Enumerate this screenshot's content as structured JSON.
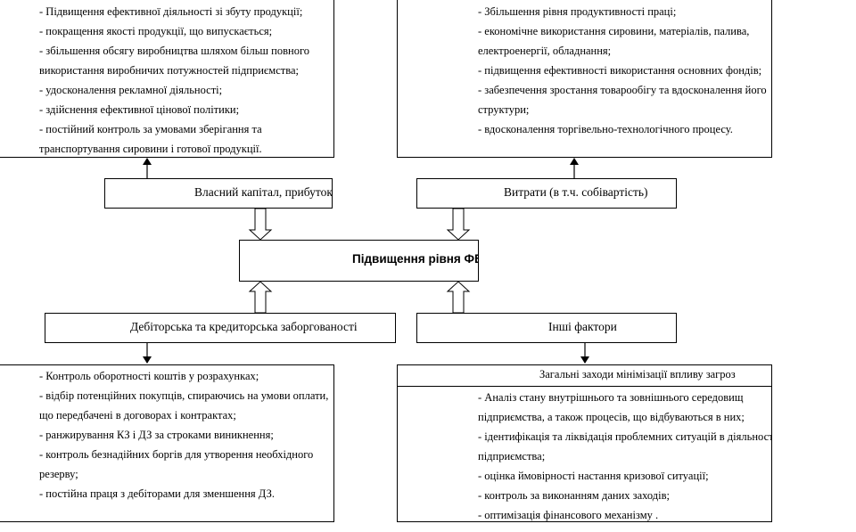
{
  "top_left": {
    "lines": [
      "- Підвищення ефективної діяльності зі збуту продукції;",
      "- покращення якості продукції, що випускається;",
      "- збільшення обсягу виробництва шляхом більш повного",
      "використання виробничих потужностей підприємства;",
      "- удосконалення рекламної діяльності;",
      "- здійснення ефективної цінової політики;",
      "- постійний контроль за умовами зберігання та",
      "транспортування сировини і готової продукції."
    ]
  },
  "top_right": {
    "lines": [
      "- Збільшення рівня продуктивності праці;",
      "- економічне використання сировини, матеріалів, палива,",
      "електроенергії, обладнання;",
      "- підвищення ефективності використання основних фондів;",
      "- забезпечення зростання товарообігу та вдосконалення його",
      "структури;",
      "- вдосконалення торгівельно-технологічного процесу."
    ]
  },
  "equity_label": "Власний капітал, прибуток",
  "costs_label": "Витрати (в т.ч. собівартість)",
  "center_label": "Підвищення рівня ФБП",
  "debts_label": "Дебіторська та кредиторська заборгованості",
  "other_label": "Інші фактори",
  "bottom_left": {
    "lines": [
      "- Контроль оборотності коштів у розрахунках;",
      "- відбір потенційних покупців, спираючись на умови оплати,",
      "що передбачені в договорах і контрактах;",
      "- ранжирування КЗ і ДЗ за строками виникнення;",
      "- контроль безнадійних боргів для утворення необхідного",
      "резерву;",
      "- постійна праця з дебіторами для зменшення ДЗ."
    ]
  },
  "bottom_right": {
    "header": "Загальні заходи  мінімізації впливу загроз",
    "lines": [
      "- Аналіз стану внутрішнього та зовнішнього  середовищ",
      "підприємства, а також процесів, що відбуваються в них;",
      "- ідентифікація та ліквідація проблемних ситуацій в діяльності",
      "підприємства;",
      "- оцінка ймовірності настання кризової ситуації;",
      "- контроль за виконанням даних заходів;",
      "- оптимізація фінансового механізму ."
    ]
  }
}
